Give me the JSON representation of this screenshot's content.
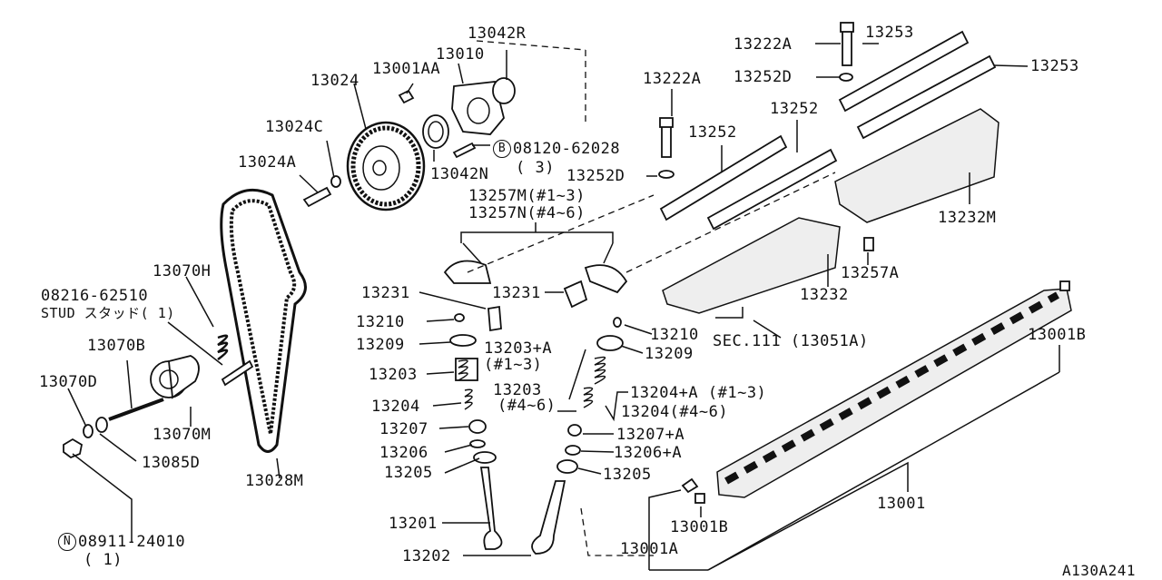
{
  "diagram_id": "A130A241",
  "labels": {
    "l13042R": "13042R",
    "l13010": "13010",
    "l13001AA": "13001AA",
    "l13024": "13024",
    "l13024C": "13024C",
    "l13024A": "13024A",
    "l13042N": "13042N",
    "l08120": "08120-62028",
    "l08120q": "( 3)",
    "l13222A_top": "13222A",
    "l13253_a": "13253",
    "l13252D_top": "13252D",
    "l13253_b": "13253",
    "l13222A_mid": "13222A",
    "l13252_a": "13252",
    "l13252_b": "13252",
    "l13252D_mid": "13252D",
    "l13257M": "13257M(#1~3)",
    "l13257N": "13257N(#4~6)",
    "l13232M": "13232M",
    "l13257A": "13257A",
    "l13232": "13232",
    "l13070H": "13070H",
    "l08216": "08216-62510",
    "lstud": "STUD スタッド( 1)",
    "l13231_l": "13231",
    "l13231_r": "13231",
    "l13210_l": "13210",
    "l13210_r": "13210",
    "l13209_l": "13209",
    "l13209_r": "13209",
    "l13203A": "13203+A",
    "l13203A_q": "(#1~3)",
    "l13203_l": "13203",
    "l13203_m": "13203",
    "l13203_mq": "(#4~6)",
    "l13204_l": "13204",
    "l13204A": "13204+A (#1~3)",
    "l13204_r": "13204(#4~6)",
    "l13207_l": "13207",
    "l13207A": "13207+A",
    "l13206_l": "13206",
    "l13206A": "13206+A",
    "l13205_l": "13205",
    "l13205_r": "13205",
    "l13201": "13201",
    "l13202": "13202",
    "l13070B": "13070B",
    "l13070D": "13070D",
    "l13070M": "13070M",
    "l13085D": "13085D",
    "l13028M": "13028M",
    "l08911": "08911-24010",
    "l08911q": "( 1)",
    "lSEC": "SEC.111 (13051A)",
    "l13001B_r": "13001B",
    "l13001": "13001",
    "l13001B_b": "13001B",
    "l13001A": "13001A",
    "circle_B": "B",
    "circle_N": "N"
  }
}
